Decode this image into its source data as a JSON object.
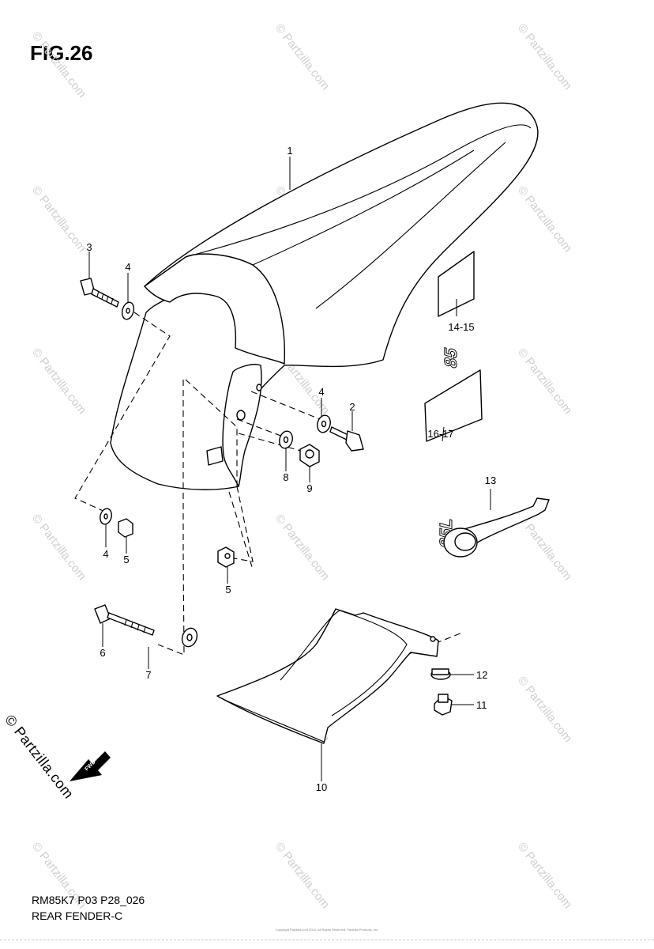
{
  "figure": {
    "title": "FIG.26",
    "code": "RM85K7 P03 P28_026",
    "name": "REAR FENDER-C",
    "copyright": "Copyright Partzilla.com 2024. All Rights Reserved. Partzilla Products, Inc."
  },
  "watermark": {
    "text": "© Partzilla.com",
    "brand_mark": "© Partzilla.com",
    "fwd_label": "FWD"
  },
  "callouts": {
    "c1": "1",
    "c2": "2",
    "c3": "3",
    "c4a": "4",
    "c4b": "4",
    "c4c": "4",
    "c5a": "5",
    "c5b": "5",
    "c6": "6",
    "c7": "7",
    "c8": "8",
    "c9": "9",
    "c10": "10",
    "c11": "11",
    "c12": "12",
    "c13": "13",
    "c14_15": "14-15",
    "c16_17": "16-17"
  },
  "decal_text": {
    "upper": "85",
    "lower": "85L"
  }
}
